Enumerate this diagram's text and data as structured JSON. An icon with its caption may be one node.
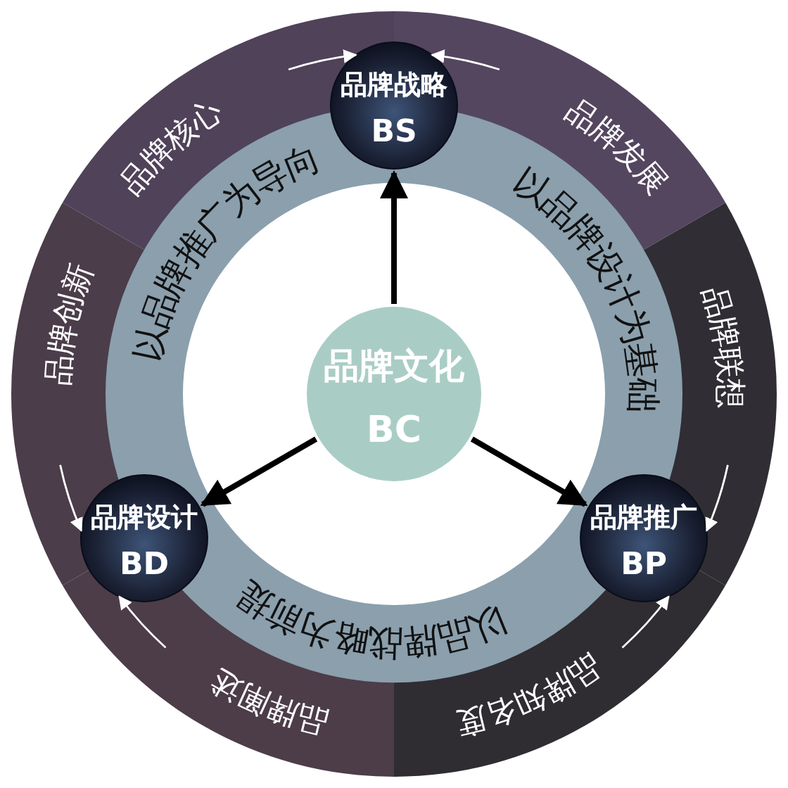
{
  "diagram": {
    "nodes": [
      {
        "text": [
          "品牌战略",
          "BS"
        ]
      },
      {
        "text": [
          "品牌核心"
        ]
      },
      {
        "text": [
          "品牌发展"
        ]
      },
      {
        "text": [
          "品牌文化",
          "BC"
        ]
      },
      {
        "text": [
          "品牌创新"
        ]
      },
      {
        "text": [
          "品牌联想"
        ]
      },
      {
        "text": [
          "品牌设计",
          "BD"
        ]
      },
      {
        "text": [
          "品牌推广",
          "BP"
        ]
      },
      {
        "text": [
          "品牌阐述"
        ]
      },
      {
        "text": [
          "品牌知名度"
        ]
      }
    ],
    "edges": [
      {
        "from": 3,
        "to": 0,
        "arrow": "to",
        "style": "thick",
        "color": "#000000"
      },
      {
        "from": 3,
        "to": 6,
        "arrow": "to",
        "style": "thick",
        "color": "#000000"
      },
      {
        "from": 3,
        "to": 7,
        "arrow": "to",
        "style": "thick",
        "color": "#000000"
      },
      {
        "from": 1,
        "to": 0,
        "arrow": "to",
        "color": "#ffffff"
      },
      {
        "from": 2,
        "to": 0,
        "arrow": "to",
        "color": "#ffffff"
      },
      {
        "from": 5,
        "to": 7,
        "arrow": "to",
        "color": "#ffffff"
      },
      {
        "from": 9,
        "to": 7,
        "arrow": "to",
        "color": "#ffffff"
      },
      {
        "from": 8,
        "to": 6,
        "arrow": "to",
        "color": "#ffffff"
      },
      {
        "from": 4,
        "to": 6,
        "arrow": "to",
        "color": "#ffffff"
      }
    ],
    "labels": [
      "以品牌推广为导向",
      "以品牌设计为基础",
      "以品牌战略为前提"
    ]
  }
}
